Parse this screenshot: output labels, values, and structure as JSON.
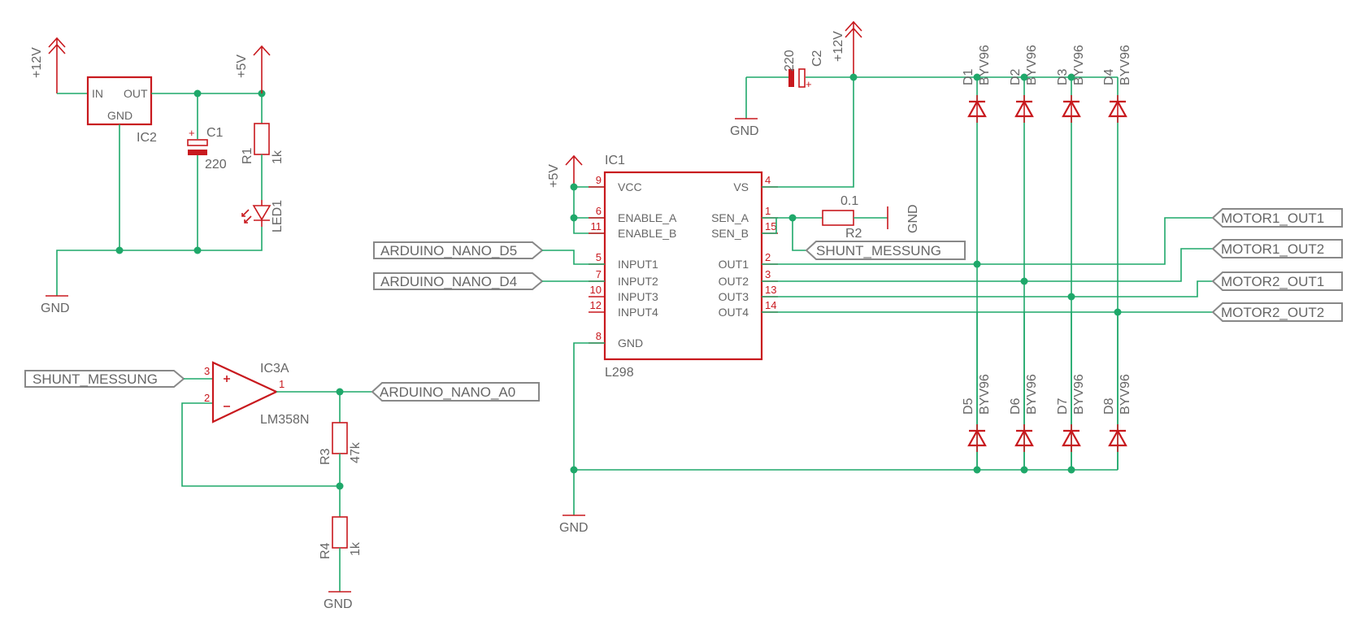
{
  "colors": {
    "wire": "#1fa86a",
    "part": "#c8191e",
    "text": "#666666",
    "port_border": "#888888"
  },
  "supply": {
    "p12v": "+12V",
    "p5v": "+5V",
    "gnd": "GND"
  },
  "ic2": {
    "name": "IC2",
    "in": "IN",
    "out": "OUT",
    "gnd": "GND"
  },
  "c1": {
    "name": "C1",
    "value": "220"
  },
  "r1": {
    "name": "R1",
    "value": "1k"
  },
  "led1": {
    "name": "LED1"
  },
  "c2": {
    "name": "C2",
    "value": "220"
  },
  "ic1": {
    "name": "IC1",
    "value": "L298",
    "left_pins": [
      {
        "num": "9",
        "name": "VCC"
      },
      {
        "num": "6",
        "name": "ENABLE_A"
      },
      {
        "num": "11",
        "name": "ENABLE_B"
      },
      {
        "num": "5",
        "name": "INPUT1"
      },
      {
        "num": "7",
        "name": "INPUT2"
      },
      {
        "num": "10",
        "name": "INPUT3"
      },
      {
        "num": "12",
        "name": "INPUT4"
      },
      {
        "num": "8",
        "name": "GND"
      }
    ],
    "right_pins": [
      {
        "num": "4",
        "name": "VS"
      },
      {
        "num": "1",
        "name": "SEN_A"
      },
      {
        "num": "15",
        "name": "SEN_B"
      },
      {
        "num": "2",
        "name": "OUT1"
      },
      {
        "num": "3",
        "name": "OUT2"
      },
      {
        "num": "13",
        "name": "OUT3"
      },
      {
        "num": "14",
        "name": "OUT4"
      }
    ]
  },
  "r2": {
    "name": "R2",
    "value": "0.1"
  },
  "diodes": [
    {
      "name": "D1",
      "value": "BYV96"
    },
    {
      "name": "D2",
      "value": "BYV96"
    },
    {
      "name": "D3",
      "value": "BYV96"
    },
    {
      "name": "D4",
      "value": "BYV96"
    },
    {
      "name": "D5",
      "value": "BYV96"
    },
    {
      "name": "D6",
      "value": "BYV96"
    },
    {
      "name": "D7",
      "value": "BYV96"
    },
    {
      "name": "D8",
      "value": "BYV96"
    }
  ],
  "opamp": {
    "name": "IC3A",
    "value": "LM358N",
    "pin_plus": "3",
    "pin_minus": "2",
    "pin_out": "1"
  },
  "r3": {
    "name": "R3",
    "value": "47k"
  },
  "r4": {
    "name": "R4",
    "value": "1k"
  },
  "ports": {
    "arduino_d5": "ARDUINO_NANO_D5",
    "arduino_d4": "ARDUINO_NANO_D4",
    "shunt_right": "SHUNT_MESSUNG",
    "shunt_left": "SHUNT_MESSUNG",
    "arduino_a0": "ARDUINO_NANO_A0",
    "motor1_out1": "MOTOR1_OUT1",
    "motor1_out2": "MOTOR1_OUT2",
    "motor2_out1": "MOTOR2_OUT1",
    "motor2_out2": "MOTOR2_OUT2"
  }
}
